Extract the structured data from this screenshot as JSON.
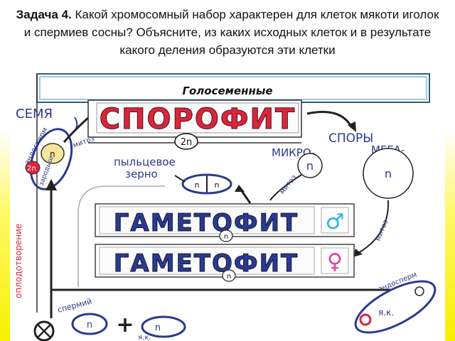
{
  "task": {
    "number": "Задача 4.",
    "text": "Какой хромосомный набор характерен для клеток мякоти иголок и спермиев сосны? Объясните, из каких исходных клеток и в результате какого деления образуются эти клетки"
  },
  "diagram": {
    "header": "Голосеменные",
    "seed": "СЕМЯ",
    "embryo_ploidy": "2n",
    "endosperm_label": "эндосперм",
    "endosperm_ploidy": "n",
    "embryo_label": "зародыш",
    "sporophyte": "СПОРОФИТ",
    "sporophyte_ploidy": "2n",
    "mitosis_1": "митоз",
    "spores": "СПОРЫ",
    "micro": "МИКРО-",
    "mega": "МЕГА-",
    "microspore_ploidy": "n",
    "megaspore_ploidy": "n",
    "pollen_grain_1": "пыльцевое",
    "pollen_grain_2": "зерно",
    "pollen_cell_1": "n",
    "pollen_cell_2": "n",
    "mitosis_2": "митоз",
    "mitosis_3": "митоз",
    "gametophyte_male": "ГАМЕТОФИТ",
    "gametophyte_male_ploidy": "n",
    "male_symbol": "♂",
    "gametophyte_female": "ГАМЕТОФИТ",
    "gametophyte_female_ploidy": "n",
    "female_symbol": "♀",
    "fertilization": "оплодотворение",
    "endosperm_right": "эндосперм",
    "egg_cell": "я.к.",
    "sperm": "спермий",
    "sperm_ploidy": "n",
    "plus": "+",
    "egg_ploidy": "n",
    "egg_cell_bottom": "я.к."
  },
  "colors": {
    "red": "#d7263d",
    "blue": "#2b3a8c",
    "dark": "#222222",
    "cyan": "#27b7d9",
    "pink": "#e33aa0",
    "yellow": "#f7f000"
  }
}
